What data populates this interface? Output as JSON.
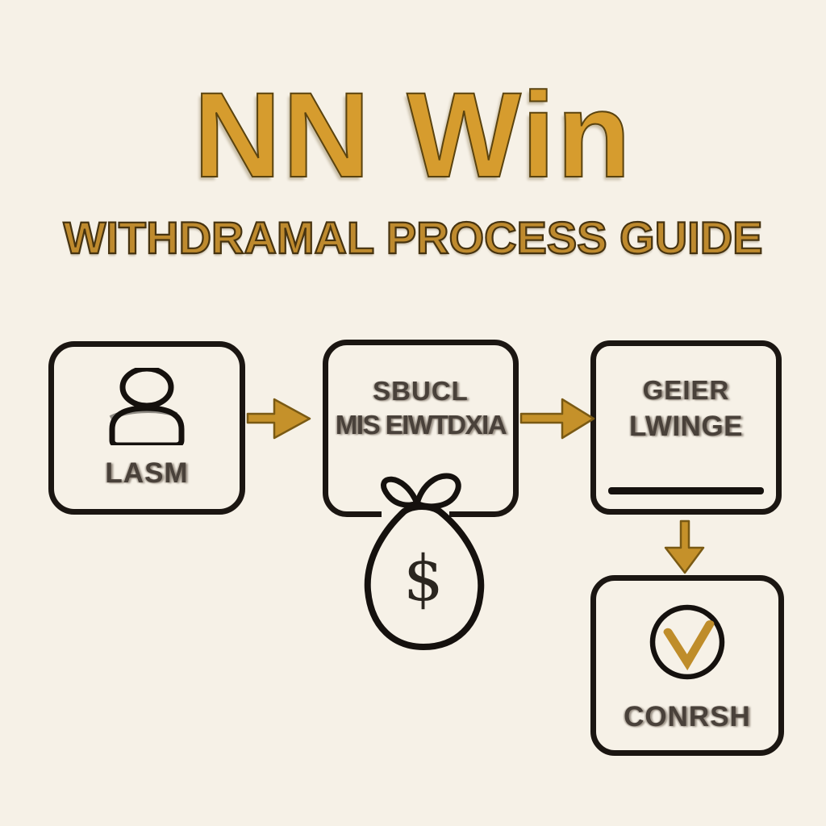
{
  "header": {
    "title": "NN Win",
    "subtitle": "WITHDRAMAL PROCESS GUIDE"
  },
  "flow": {
    "step1": {
      "label": "LASM",
      "icon": "person-icon"
    },
    "step2": {
      "line1": "SBUCL",
      "line2": "MIS EIWTDXIA",
      "icon": "money-bag-icon",
      "currency": "$"
    },
    "step3": {
      "line1": "GEIER",
      "line2": "LWINGE",
      "detail": "signature-line"
    },
    "step4": {
      "label": "CONRSH",
      "icon": "check-icon"
    }
  },
  "colors": {
    "background": "#f6f1e7",
    "title_gold": "#d69c2e",
    "subtitle_gold": "#be8a2e",
    "arrow_gold": "#c5912a",
    "arrow_outline": "#7a5a14",
    "box_outline": "#1b1612",
    "box_text": "#49413a",
    "check_gold": "#bf8d2a"
  }
}
